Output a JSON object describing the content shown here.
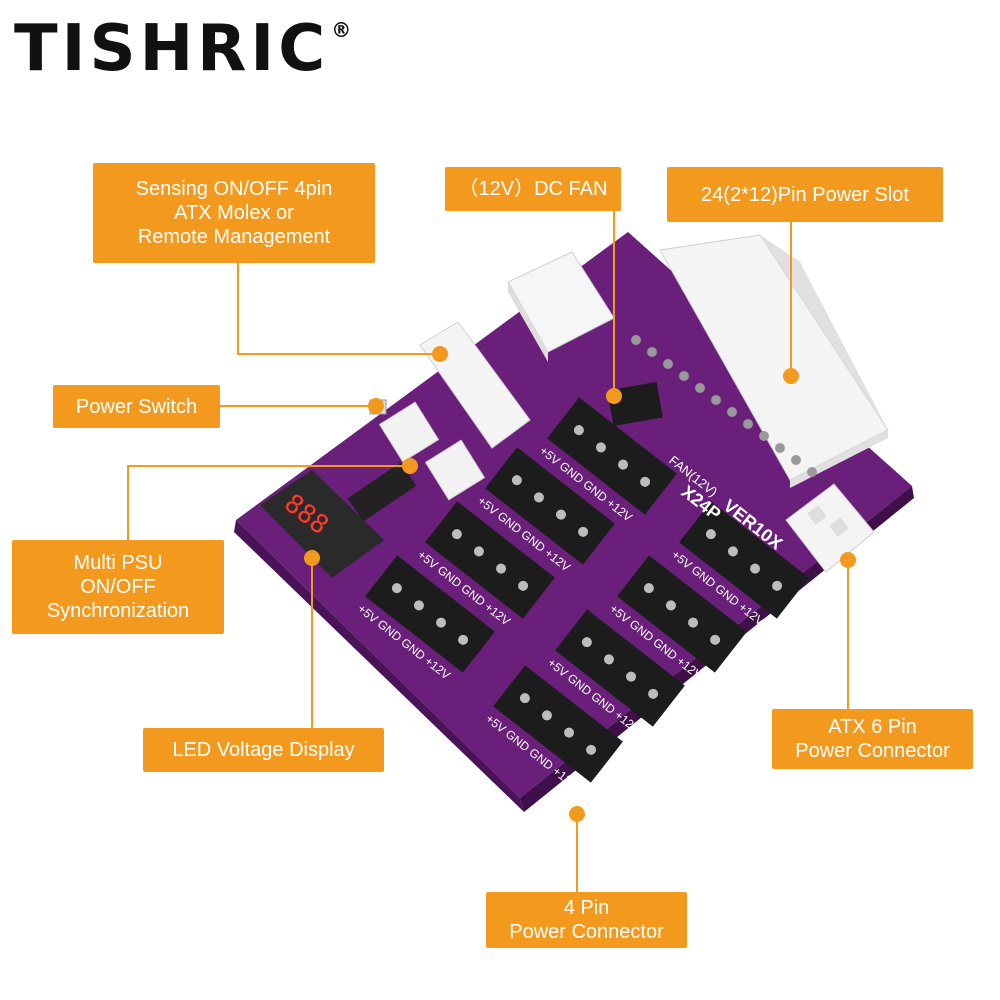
{
  "brand": {
    "name": "TISHRIC",
    "mark": "®"
  },
  "callouts": {
    "sensing": {
      "lines": [
        "Sensing ON/OFF 4pin",
        "ATX Molex or",
        "Remote Management"
      ]
    },
    "fan": {
      "label": "（12V）DC FAN"
    },
    "slot24": {
      "label": "24(2*12)Pin Power Slot"
    },
    "power_switch": {
      "label": "Power Switch"
    },
    "multi_psu": {
      "lines": [
        "Multi PSU",
        "ON/OFF",
        "Synchronization"
      ]
    },
    "led": {
      "label": "LED Voltage Display"
    },
    "atx6": {
      "lines": [
        "ATX 6 Pin",
        "Power Connector"
      ]
    },
    "pin4": {
      "lines": [
        "4 Pin",
        "Power Connector"
      ]
    }
  },
  "board": {
    "connector_pin_label": "+5V GND GND +12V",
    "fan_silk": "FAN(12V)",
    "version_silk": "VER10X",
    "model_silk": "X24P",
    "display_digits": "888",
    "colors": {
      "pcb": "#6a1f7a",
      "pcb_dark": "#4b1357",
      "accent": "#f39a1e",
      "connector": "#1c1c1c"
    }
  }
}
